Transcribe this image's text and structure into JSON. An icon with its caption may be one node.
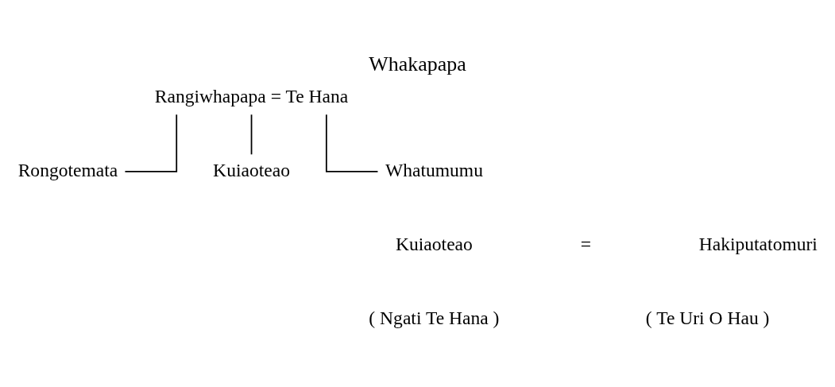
{
  "diagram": {
    "title": "Whakapapa",
    "nodes": [
      {
        "text": [
          "Rangiwhapapa = Te Hana"
        ]
      },
      {
        "text": [
          "Rongotemata"
        ]
      },
      {
        "text": [
          "Kuiaoteao"
        ]
      },
      {
        "text": [
          "Whatumumu"
        ]
      }
    ],
    "edges": [
      {
        "from": 0,
        "to": 1,
        "arrow": "none"
      },
      {
        "from": 0,
        "to": 2,
        "arrow": "none"
      },
      {
        "from": 0,
        "to": 3,
        "arrow": "none"
      }
    ],
    "labels": [
      "Kuiaoteao",
      "=",
      "Hakiputatomuri",
      "( Ngati Te Hana )",
      "( Te Uri O Hau )"
    ]
  }
}
